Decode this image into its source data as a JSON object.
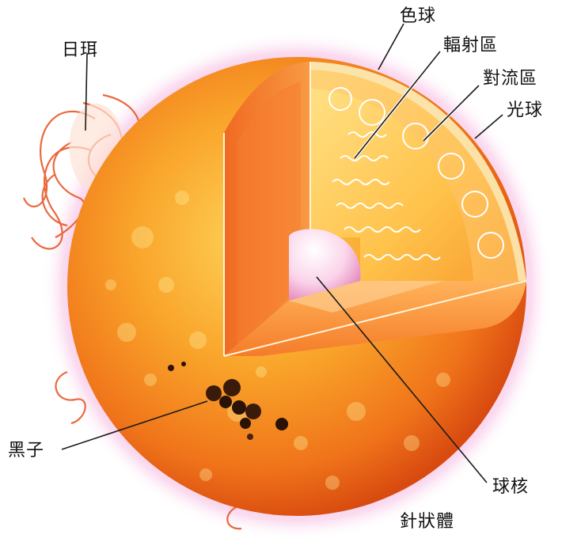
{
  "labels": {
    "chromosphere": "色球",
    "radiative_zone": "輻射區",
    "convective_zone": "對流區",
    "photosphere": "光球",
    "corona": "日珥",
    "sunspots": "黑子",
    "core": "球核",
    "spicules": "針狀體"
  },
  "colors": {
    "outer_glow": "#f7b6e0",
    "surface_light": "#ffc640",
    "surface_mid": "#f78a1c",
    "surface_dark": "#d8440e",
    "radiative_wedge": "#ffd96a",
    "convective_wedge": "#ffb04a",
    "core": "#fbe1ef",
    "sunspot": "#2a1206",
    "prominence": "#e8592a"
  }
}
